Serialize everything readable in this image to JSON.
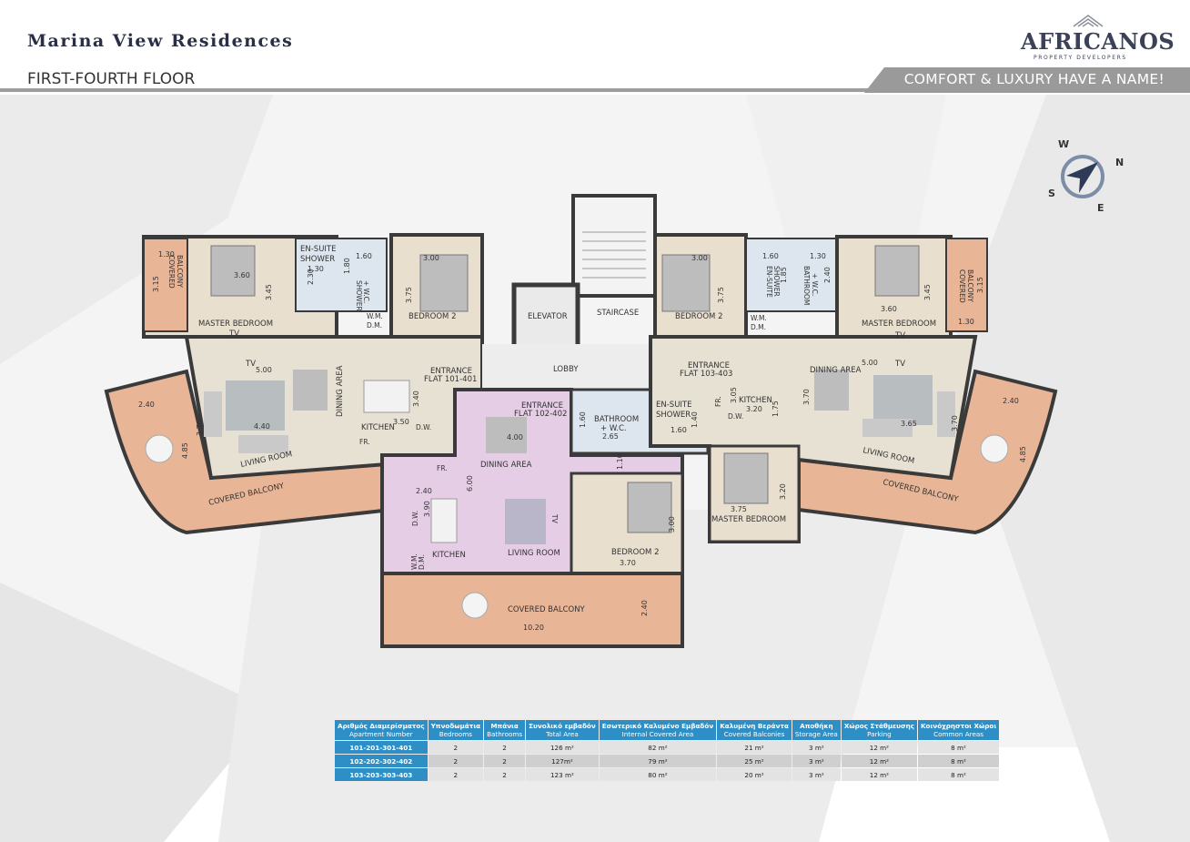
{
  "header": {
    "title": "Marina View Residences",
    "subtitle": "FIRST-FOURTH FLOOR",
    "tagline": "COMFORT & LUXURY HAVE A NAME!",
    "brand_name": "AFRICANOS",
    "brand_sub": "PROPERTY DEVELOPERS"
  },
  "compass": {
    "n": "N",
    "e": "E",
    "s": "S",
    "w": "W"
  },
  "colors": {
    "accent": "#2e8fc6",
    "balcony": "#e8b597",
    "flat_a": "#e8e0d2",
    "flat_mid": "#e6cde6",
    "common": "#f2f2f2"
  },
  "plan": {
    "labels": {
      "elevator": "ELEVATOR",
      "staircase": "STAIRCASE",
      "lobby": "LOBBY",
      "l_master": "MASTER BEDROOM",
      "l_bed2": "BEDROOM 2",
      "l_ensuite": "EN-SUITE",
      "l_shower": "SHOWER",
      "l_shower_wc_a": "SHOWER",
      "l_shower_wc_b": "+ W.C.",
      "l_covbal_a": "COVERED",
      "l_covbal_b": "BALCONY",
      "l_wm": "W.M.",
      "l_dm": "D.M.",
      "l_entrance": "ENTRANCE",
      "l_flat": "FLAT 101-401",
      "l_tv": "TV",
      "l_dining": "DINING AREA",
      "l_kitchen": "KITCHEN",
      "l_dw": "D.W.",
      "l_fr": "FR.",
      "l_living": "LIVING ROOM",
      "l_covered_balcony": "COVERED BALCONY",
      "m_entrance": "ENTRANCE",
      "m_flat": "FLAT 102-402",
      "m_dining": "DINING AREA",
      "m_kitchen": "KITCHEN",
      "m_living": "LIVING ROOM",
      "m_bathroom_a": "BATHROOM",
      "m_bathroom_b": "+ W.C.",
      "m_ensuite": "EN-SUITE",
      "m_shower": "SHOWER",
      "m_bed2": "BEDROOM 2",
      "m_covered_balcony": "COVERED BALCONY",
      "m_dw": "D.W.",
      "m_fr": "FR.",
      "m_wm": "W.M.",
      "m_dm": "D.M.",
      "m_tv": "TV",
      "r_master": "MASTER BEDROOM",
      "r_master2": "MASTER BEDROOM",
      "r_bed2": "BEDROOM 2",
      "r_ensuite": "EN-SUITE",
      "r_shower": "SHOWER",
      "r_bath_a": "BATHROOM",
      "r_bath_b": "+ W.C.",
      "r_covbal_a": "COVERED",
      "r_covbal_b": "BALCONY",
      "r_wm": "W.M.",
      "r_dm": "D.M.",
      "r_entrance": "ENTRANCE",
      "r_flat": "FLAT 103-403",
      "r_tv": "TV",
      "r_dining": "DINING AREA",
      "r_kitchen": "KITCHEN",
      "r_dw": "D.W.",
      "r_fr": "FR.",
      "r_living": "LIVING ROOM",
      "r_covered_balcony": "COVERED BALCONY"
    },
    "dims": {
      "l_130": "1.30",
      "l_315": "3.15",
      "l_360": "3.60",
      "l_345": "3.45",
      "l_230": "2.30",
      "l_ens130": "1.30",
      "l_180": "1.80",
      "l_160": "1.60",
      "l_300": "3.00",
      "l_375": "3.75",
      "l_500": "5.00",
      "l_340": "3.40",
      "l_350": "3.50",
      "l_440": "4.40",
      "l_370": "3.70",
      "l_240": "2.40",
      "l_485": "4.85",
      "m_400": "4.00",
      "m_160": "1.60",
      "m_265": "2.65",
      "m_ens160": "1.60",
      "m_140": "1.40",
      "m_110": "1.10",
      "m_600": "6.00",
      "m_240": "2.40",
      "m_390": "3.90",
      "m_300": "3.00",
      "m_370": "3.70",
      "m_1020": "10.20",
      "m_bal240": "2.40",
      "r_300": "3.00",
      "r_375": "3.75",
      "r_160": "1.60",
      "r_185": "1.85",
      "r_130": "1.30",
      "r_240": "2.40",
      "r_360": "3.60",
      "r_345": "3.45",
      "r_315": "3.15",
      "r_bal130": "1.30",
      "r_500": "5.00",
      "r_305": "3.05",
      "r_320": "3.20",
      "r_175": "1.75",
      "r_370": "3.70",
      "r_365": "3.65",
      "r_liv370": "3.70",
      "r_240b": "2.40",
      "r_485": "4.85",
      "r_mb375": "3.75",
      "r_mb320": "3.20"
    }
  },
  "table": {
    "headers": [
      {
        "gr": "Αριθμός Διαμερίσματος",
        "en": "Apartment Number"
      },
      {
        "gr": "Υπνοδωμάτια",
        "en": "Bedrooms"
      },
      {
        "gr": "Μπάνια",
        "en": "Bathrooms"
      },
      {
        "gr": "Συνολικό εμβαδόν",
        "en": "Total Area"
      },
      {
        "gr": "Εσωτερικό Καλυμένο Εμβαδόν",
        "en": "Internal Covered Area"
      },
      {
        "gr": "Καλυμένη Βεράντα",
        "en": "Covered Balconies"
      },
      {
        "gr": "Αποθήκη",
        "en": "Storage Area"
      },
      {
        "gr": "Χώρος Στάθμευσης",
        "en": "Parking"
      },
      {
        "gr": "Κοινόχρηστοι Χώροι",
        "en": "Common Areas"
      }
    ],
    "rows": [
      [
        "101-201-301-401",
        "2",
        "2",
        "126 m²",
        "82 m²",
        "21 m²",
        "3 m²",
        "12 m²",
        "8 m²"
      ],
      [
        "102-202-302-402",
        "2",
        "2",
        "127m²",
        "79 m²",
        "25 m²",
        "3 m²",
        "12 m²",
        "8 m²"
      ],
      [
        "103-203-303-403",
        "2",
        "2",
        "123 m²",
        "80 m²",
        "20 m²",
        "3 m²",
        "12 m²",
        "8 m²"
      ]
    ]
  }
}
